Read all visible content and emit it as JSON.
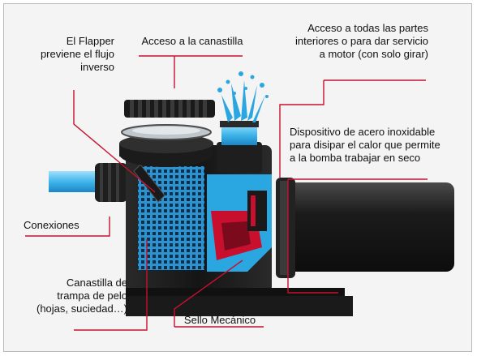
{
  "diagram": {
    "labels": {
      "flapper": [
        "El Flapper",
        "previene el flujo",
        "inverso"
      ],
      "canastilla_acceso": [
        "Acceso a la canastilla"
      ],
      "acceso_partes": [
        "Acceso a todas las partes",
        "interiores o para dar servicio",
        "a motor (con solo girar)"
      ],
      "dispositivo": [
        "Dispositivo de acero inoxidable",
        "para disipar el calor que permite",
        "a la bomba trabajar en seco"
      ],
      "conexiones": [
        "Conexiones"
      ],
      "canastilla_trampa": [
        "Canastilla de",
        "trampa de pelo",
        "(hojas, suciedad…)"
      ],
      "sello": [
        "Sello Mecánico"
      ]
    },
    "colors": {
      "leader": "#c8102e",
      "water": "#3fb6ea",
      "body": "#1b1b1b",
      "background": "#f4f4f4"
    },
    "icons": [
      "pump-cutaway",
      "water-spray-icon"
    ]
  }
}
